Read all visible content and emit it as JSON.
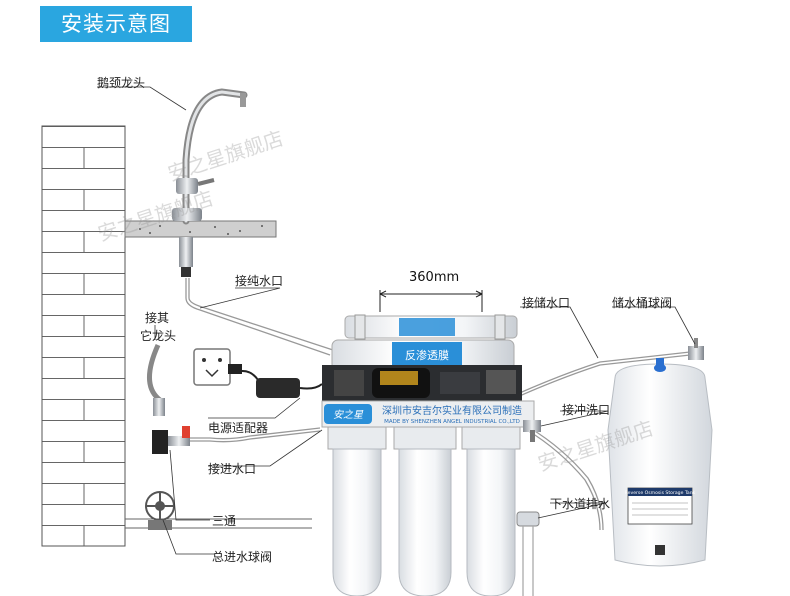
{
  "title": "安装示意图",
  "dimension": "360mm",
  "labels": {
    "gooseneck_faucet": "鹅颈龙头",
    "pure_water_port": "接纯水口",
    "connect_other_1": "接其",
    "connect_other_2": "它龙头",
    "power_adapter": "电源适配器",
    "inlet_port": "接进水口",
    "tee": "三通",
    "main_inlet_valve": "总进水球阀",
    "storage_port": "接储水口",
    "tank_valve": "储水桶球阀",
    "flush_port": "接冲洗口",
    "drain_port": "下水道排水"
  },
  "device": {
    "membrane_label": "反渗透膜",
    "company_cn": "深圳市安吉尔实业有限公司制造",
    "company_en": "MADE BY SHENZHEN ANGEL INDUSTRIAL CO.,LTD",
    "logo": "安之星"
  },
  "tank": {
    "title": "Reverse Osmosis Storage Tank"
  },
  "watermark": "安之星旗舰店",
  "colors": {
    "banner": "#2aa6e0",
    "tank_cap": "#2a6fd0",
    "accent": "#2a8fd8"
  }
}
